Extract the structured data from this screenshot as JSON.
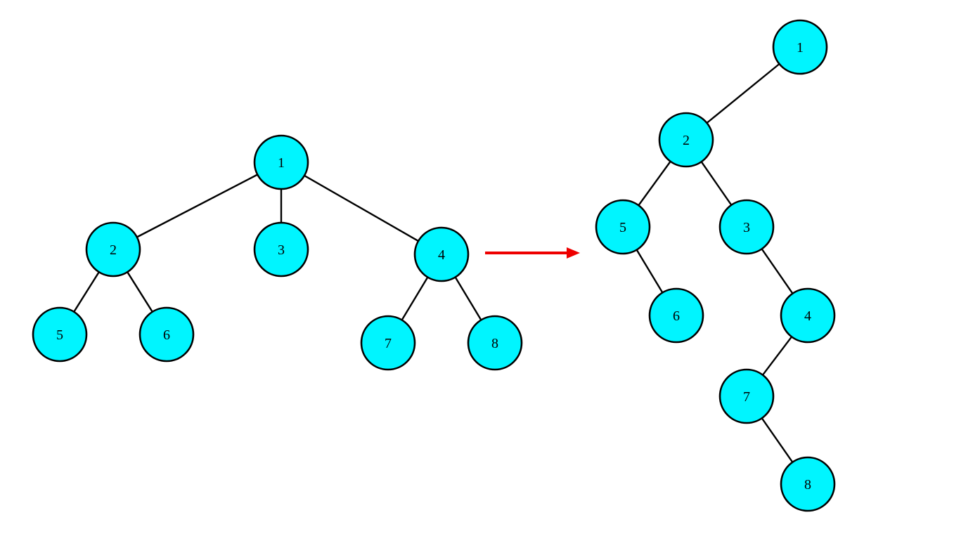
{
  "colors": {
    "node_fill": "#00f5ff",
    "node_stroke": "#000000",
    "edge": "#000000",
    "arrow": "#ee0000",
    "background": "#ffffff"
  },
  "general_tree": {
    "nodes": [
      {
        "id": "1",
        "label": "1"
      },
      {
        "id": "2",
        "label": "2"
      },
      {
        "id": "3",
        "label": "3"
      },
      {
        "id": "4",
        "label": "4"
      },
      {
        "id": "5",
        "label": "5"
      },
      {
        "id": "6",
        "label": "6"
      },
      {
        "id": "7",
        "label": "7"
      },
      {
        "id": "8",
        "label": "8"
      }
    ],
    "edges": [
      [
        "1",
        "2"
      ],
      [
        "1",
        "3"
      ],
      [
        "1",
        "4"
      ],
      [
        "2",
        "5"
      ],
      [
        "2",
        "6"
      ],
      [
        "4",
        "7"
      ],
      [
        "4",
        "8"
      ]
    ]
  },
  "binary_tree": {
    "nodes": [
      {
        "id": "1",
        "label": "1"
      },
      {
        "id": "2",
        "label": "2"
      },
      {
        "id": "5",
        "label": "5"
      },
      {
        "id": "3",
        "label": "3"
      },
      {
        "id": "6",
        "label": "6"
      },
      {
        "id": "4",
        "label": "4"
      },
      {
        "id": "7",
        "label": "7"
      },
      {
        "id": "8",
        "label": "8"
      }
    ],
    "edges": [
      [
        "1",
        "2"
      ],
      [
        "2",
        "5"
      ],
      [
        "2",
        "3"
      ],
      [
        "5",
        "6"
      ],
      [
        "3",
        "4"
      ],
      [
        "4",
        "7"
      ],
      [
        "7",
        "8"
      ]
    ]
  },
  "transform_arrow": {
    "direction": "right"
  }
}
